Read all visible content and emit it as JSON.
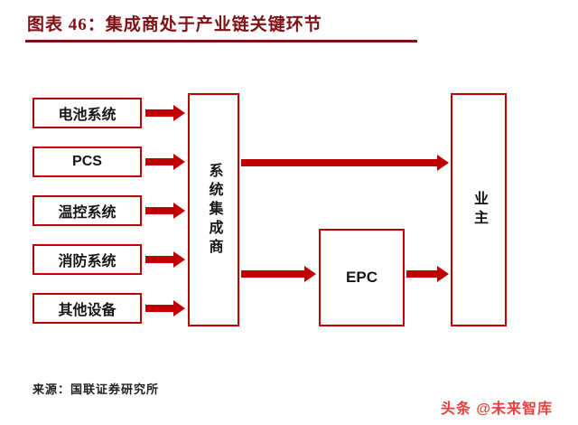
{
  "header": {
    "title": "图表 46：集成商处于产业链关键环节"
  },
  "diagram": {
    "suppliers": [
      {
        "label": "电池系统"
      },
      {
        "label": "PCS"
      },
      {
        "label": "温控系统"
      },
      {
        "label": "消防系统"
      },
      {
        "label": "其他设备"
      }
    ],
    "integrator": {
      "label": "系统集成商"
    },
    "epc": {
      "label": "EPC"
    },
    "owner": {
      "label": "业主"
    }
  },
  "footer": {
    "source": "来源：国联证券研究所",
    "watermark": "头条 @未来智库"
  },
  "colors": {
    "accent": "#c00000",
    "title": "#7e1116",
    "watermark": "#e8413c"
  }
}
